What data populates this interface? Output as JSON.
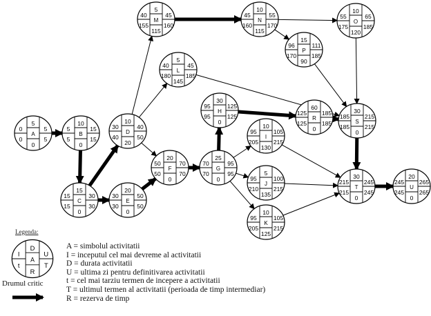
{
  "nodes": [
    {
      "id": "A",
      "I": "0",
      "t": "0",
      "D": "5",
      "R": "0",
      "U": "5",
      "T": "5"
    },
    {
      "id": "B",
      "I": "5",
      "t": "5",
      "D": "10",
      "R": "0",
      "U": "15",
      "T": "15"
    },
    {
      "id": "C",
      "I": "15",
      "t": "15",
      "D": "15",
      "R": "0",
      "U": "30",
      "T": "30"
    },
    {
      "id": "D",
      "I": "30",
      "t": "40",
      "D": "10",
      "R": "20",
      "U": "40",
      "T": "50"
    },
    {
      "id": "E",
      "I": "30",
      "t": "30",
      "D": "20",
      "R": "0",
      "U": "50",
      "T": "50"
    },
    {
      "id": "F",
      "I": "50",
      "t": "50",
      "D": "20",
      "R": "0",
      "U": "70",
      "T": "70"
    },
    {
      "id": "G",
      "I": "70",
      "t": "70",
      "D": "25",
      "R": "0",
      "U": "95",
      "T": "95"
    },
    {
      "id": "H",
      "I": "95",
      "t": "95",
      "D": "30",
      "R": "0",
      "U": "125",
      "T": "125"
    },
    {
      "id": "I",
      "I": "95",
      "t": "205",
      "D": "10",
      "R": "130",
      "U": "105",
      "T": "215"
    },
    {
      "id": "J",
      "I": "95",
      "t": "210",
      "D": "5",
      "R": "135",
      "U": "100",
      "T": "215"
    },
    {
      "id": "K",
      "I": "95",
      "t": "205",
      "D": "10",
      "R": "125",
      "U": "105",
      "T": "215"
    },
    {
      "id": "R",
      "I": "125",
      "t": "125",
      "D": "60",
      "R": "0",
      "U": "185",
      "T": "185"
    },
    {
      "id": "S",
      "I": "185",
      "t": "185",
      "D": "30",
      "R": "0",
      "U": "215",
      "T": "215"
    },
    {
      "id": "T",
      "I": "215",
      "t": "215",
      "D": "30",
      "R": "0",
      "U": "245",
      "T": "245"
    },
    {
      "id": "U",
      "I": "245",
      "t": "245",
      "D": "20",
      "R": "0",
      "U": "265",
      "T": "265"
    },
    {
      "id": "L",
      "I": "40",
      "t": "180",
      "D": "5",
      "R": "145",
      "U": "45",
      "T": "185"
    },
    {
      "id": "M",
      "I": "40",
      "t": "155",
      "D": "5",
      "R": "115",
      "U": "45",
      "T": "160"
    },
    {
      "id": "N",
      "I": "45",
      "t": "160",
      "D": "10",
      "R": "115",
      "U": "55",
      "T": "170"
    },
    {
      "id": "O",
      "I": "55",
      "t": "175",
      "D": "10",
      "R": "120",
      "U": "65",
      "T": "185"
    },
    {
      "id": "P",
      "I": "96",
      "t": "170",
      "D": "15",
      "R": "90",
      "U": "111",
      "T": "185"
    }
  ],
  "edges": [
    {
      "from": "A",
      "to": "B",
      "critical": true
    },
    {
      "from": "B",
      "to": "C",
      "critical": true
    },
    {
      "from": "C",
      "to": "D",
      "critical": true
    },
    {
      "from": "C",
      "to": "E",
      "critical": true
    },
    {
      "from": "D",
      "to": "M",
      "critical": false
    },
    {
      "from": "D",
      "to": "L",
      "critical": false
    },
    {
      "from": "D",
      "to": "F",
      "critical": false
    },
    {
      "from": "E",
      "to": "F",
      "critical": true
    },
    {
      "from": "F",
      "to": "G",
      "critical": true
    },
    {
      "from": "G",
      "to": "H",
      "critical": true
    },
    {
      "from": "G",
      "to": "I",
      "critical": false
    },
    {
      "from": "G",
      "to": "J",
      "critical": false
    },
    {
      "from": "G",
      "to": "K",
      "critical": false
    },
    {
      "from": "H",
      "to": "R",
      "critical": true
    },
    {
      "from": "R",
      "to": "S",
      "critical": true
    },
    {
      "from": "S",
      "to": "T",
      "critical": true
    },
    {
      "from": "T",
      "to": "U",
      "critical": true
    },
    {
      "from": "M",
      "to": "N",
      "critical": true
    },
    {
      "from": "N",
      "to": "O",
      "critical": false
    },
    {
      "from": "N",
      "to": "P",
      "critical": false
    },
    {
      "from": "O",
      "to": "S",
      "critical": false
    },
    {
      "from": "P",
      "to": "S",
      "critical": false
    },
    {
      "from": "L",
      "to": "S",
      "critical": false
    },
    {
      "from": "I",
      "to": "T",
      "critical": false
    },
    {
      "from": "J",
      "to": "T",
      "critical": false
    },
    {
      "from": "K",
      "to": "T",
      "critical": false
    }
  ],
  "legend": {
    "title": "Legenda:",
    "sample": {
      "I": "I",
      "t": "t",
      "D": "D",
      "A": "A",
      "R": "R",
      "U": "U",
      "T": "T"
    },
    "critical_path_label": "Drumul critic",
    "lines": [
      "A = simbolul activitatii",
      "I = inceputul cel mai devreme al activitatii",
      "D = durata activitatii",
      "U = ultima zi pentru definitivarea activitatii",
      "t  = cel mai tarziu termen de incepere a activitatii",
      "T = ultimul termen al activitatii (perioada de timp intermediar)",
      "R = rezerva de timp"
    ]
  }
}
